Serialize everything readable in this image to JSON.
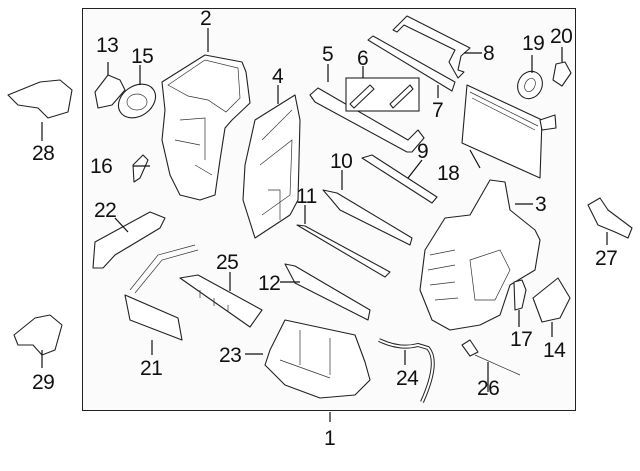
{
  "diagram": {
    "title": "HVAC Heater / Blower Case Assembly Exploded Parts Diagram",
    "assembly_callout": "1",
    "callouts": [
      {
        "num": "1",
        "part": "heater & evaporator case assembly (frame)"
      },
      {
        "num": "2",
        "part": "upper case"
      },
      {
        "num": "3",
        "part": "blower case"
      },
      {
        "num": "4",
        "part": "side cover"
      },
      {
        "num": "5",
        "part": "seal"
      },
      {
        "num": "6",
        "part": "seal kit"
      },
      {
        "num": "7",
        "part": "seal"
      },
      {
        "num": "8",
        "part": "seal"
      },
      {
        "num": "9",
        "part": "door"
      },
      {
        "num": "10",
        "part": "door"
      },
      {
        "num": "11",
        "part": "door seal"
      },
      {
        "num": "12",
        "part": "door"
      },
      {
        "num": "13",
        "part": "actuator bracket"
      },
      {
        "num": "14",
        "part": "actuator"
      },
      {
        "num": "15",
        "part": "actuator"
      },
      {
        "num": "16",
        "part": "lever"
      },
      {
        "num": "17",
        "part": "sensor"
      },
      {
        "num": "18",
        "part": "evaporator core"
      },
      {
        "num": "19",
        "part": "grommet"
      },
      {
        "num": "20",
        "part": "valve"
      },
      {
        "num": "21",
        "part": "heater core"
      },
      {
        "num": "22",
        "part": "bracket"
      },
      {
        "num": "23",
        "part": "lower case"
      },
      {
        "num": "24",
        "part": "drain hose"
      },
      {
        "num": "25",
        "part": "cover"
      },
      {
        "num": "26",
        "part": "temperature sensor"
      },
      {
        "num": "27",
        "part": "duct"
      },
      {
        "num": "28",
        "part": "duct"
      },
      {
        "num": "29",
        "part": "duct"
      }
    ],
    "inset_group_label": "6"
  }
}
